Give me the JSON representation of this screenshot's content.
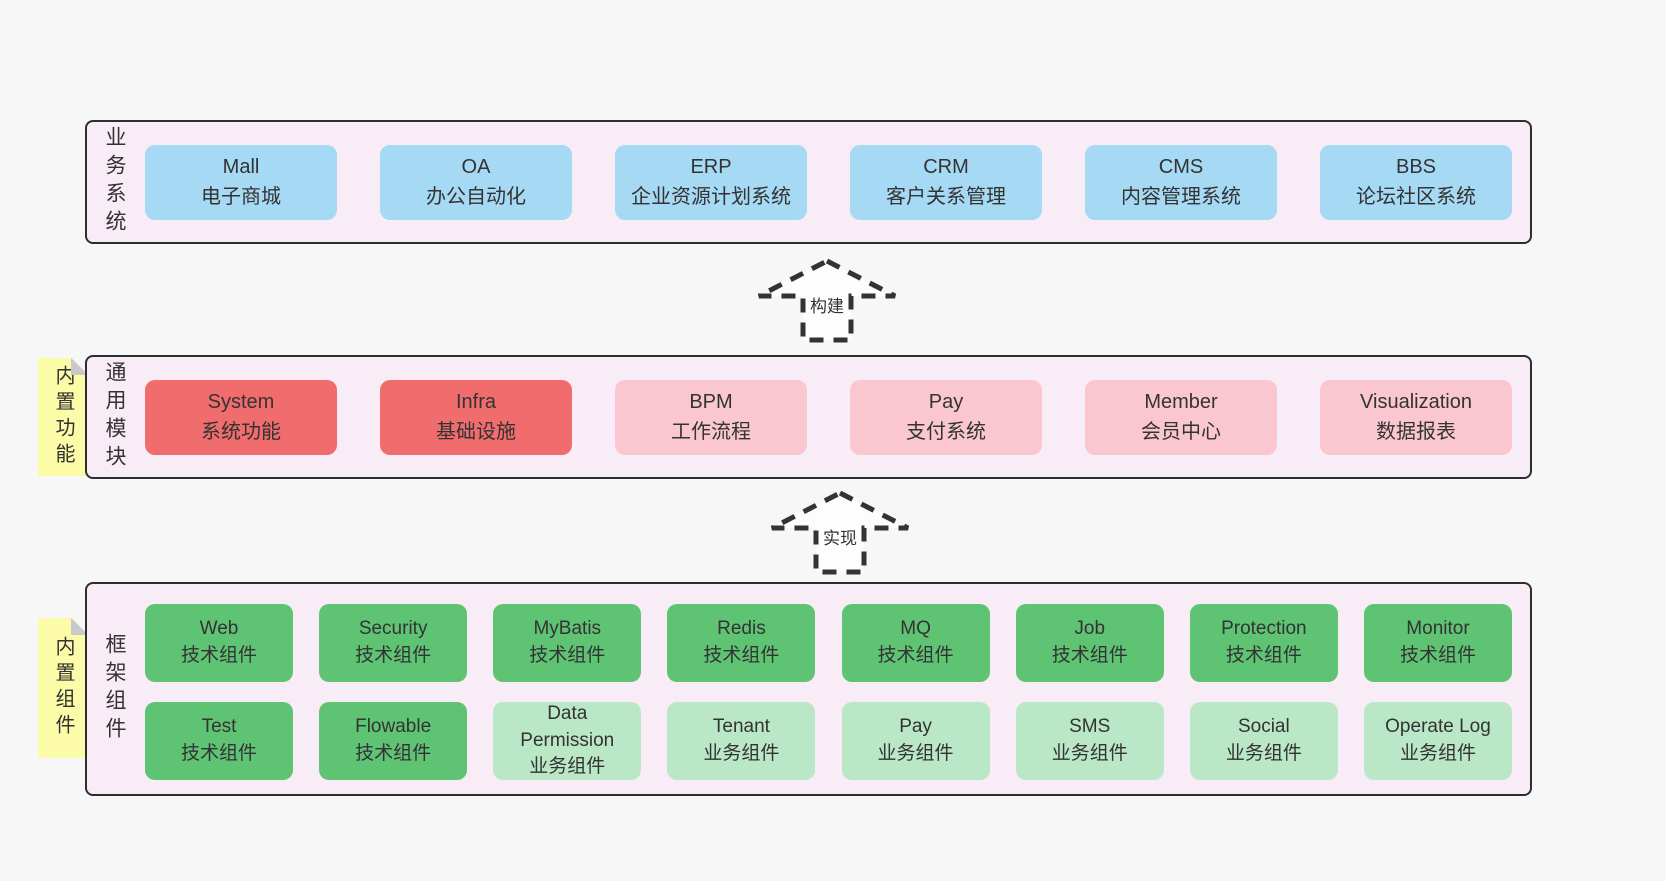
{
  "colors": {
    "page-bg": "#f7f7f7",
    "panel-bg": "#f8edf6",
    "panel-border": "#2e2e2e",
    "text": "#333333",
    "blue": "#a6d9f3",
    "red": "#f16c6c",
    "pink": "#fac7d1",
    "green": "#5fc374",
    "green-light": "#bae7c6",
    "note-bg": "#fbfba8",
    "note-fold": "#c9c9c9",
    "arrow-stroke": "#333333",
    "arrow-fill": "#fdfdfd"
  },
  "business_section": {
    "label": "业务系统",
    "items": [
      {
        "en": "Mall",
        "zh": "电子商城"
      },
      {
        "en": "OA",
        "zh": "办公自动化"
      },
      {
        "en": "ERP",
        "zh": "企业资源计划系统"
      },
      {
        "en": "CRM",
        "zh": "客户关系管理"
      },
      {
        "en": "CMS",
        "zh": "内容管理系统"
      },
      {
        "en": "BBS",
        "zh": "论坛社区系统"
      }
    ]
  },
  "build_arrow": {
    "label": "构建"
  },
  "modules_section": {
    "label": "通用模块",
    "note": "内置功能",
    "items": [
      {
        "en": "System",
        "zh": "系统功能"
      },
      {
        "en": "Infra",
        "zh": "基础设施"
      },
      {
        "en": "BPM",
        "zh": "工作流程"
      },
      {
        "en": "Pay",
        "zh": "支付系统"
      },
      {
        "en": "Member",
        "zh": "会员中心"
      },
      {
        "en": "Visualization",
        "zh": "数据报表"
      }
    ]
  },
  "implement_arrow": {
    "label": "实现"
  },
  "components_section": {
    "label": "框架组件",
    "note": "内置组件",
    "row1": [
      {
        "en": "Web",
        "zh": "技术组件"
      },
      {
        "en": "Security",
        "zh": "技术组件"
      },
      {
        "en": "MyBatis",
        "zh": "技术组件"
      },
      {
        "en": "Redis",
        "zh": "技术组件"
      },
      {
        "en": "MQ",
        "zh": "技术组件"
      },
      {
        "en": "Job",
        "zh": "技术组件"
      },
      {
        "en": "Protection",
        "zh": "技术组件"
      },
      {
        "en": "Monitor",
        "zh": "技术组件"
      }
    ],
    "row2": [
      {
        "en": "Test",
        "zh": "技术组件"
      },
      {
        "en": "Flowable",
        "zh": "技术组件"
      },
      {
        "en": "Data Permission",
        "zh": "业务组件"
      },
      {
        "en": "Tenant",
        "zh": "业务组件"
      },
      {
        "en": "Pay",
        "zh": "业务组件"
      },
      {
        "en": "SMS",
        "zh": "业务组件"
      },
      {
        "en": "Social",
        "zh": "业务组件"
      },
      {
        "en": "Operate Log",
        "zh": "业务组件"
      }
    ]
  }
}
